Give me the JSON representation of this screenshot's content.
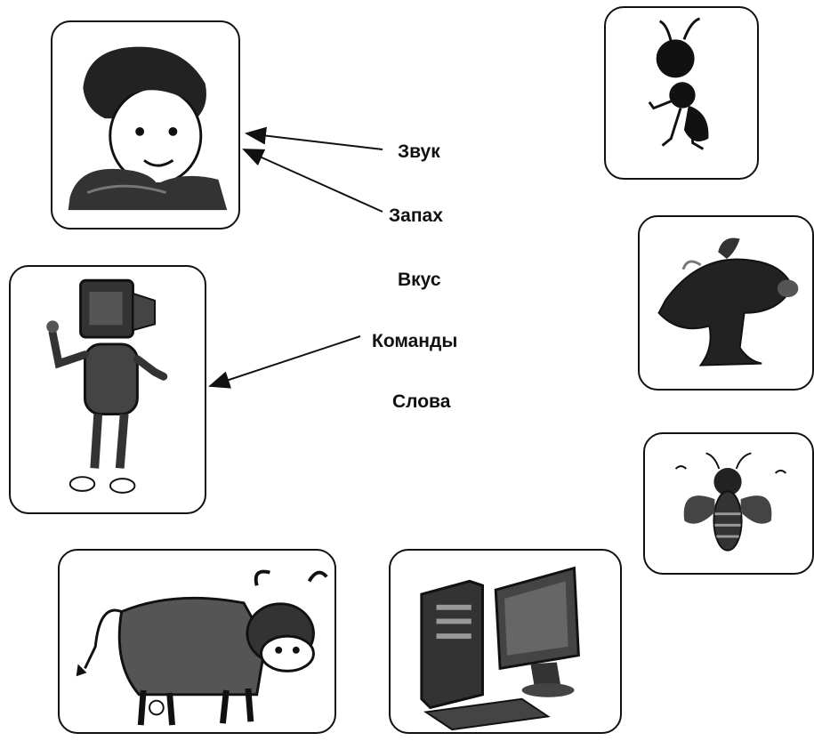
{
  "words": {
    "w1": "Звук",
    "w2": "Запах",
    "w3": "Вкус",
    "w4": "Команды",
    "w5": "Слова"
  },
  "pictures": {
    "boy": "boy-picture",
    "robot": "robot-picture",
    "cow": "cow-picture",
    "computer": "computer-picture",
    "ant": "ant-picture",
    "fox": "fox-picture",
    "bee": "bee-picture"
  },
  "colors": {
    "ink": "#111111",
    "paper": "#ffffff"
  }
}
